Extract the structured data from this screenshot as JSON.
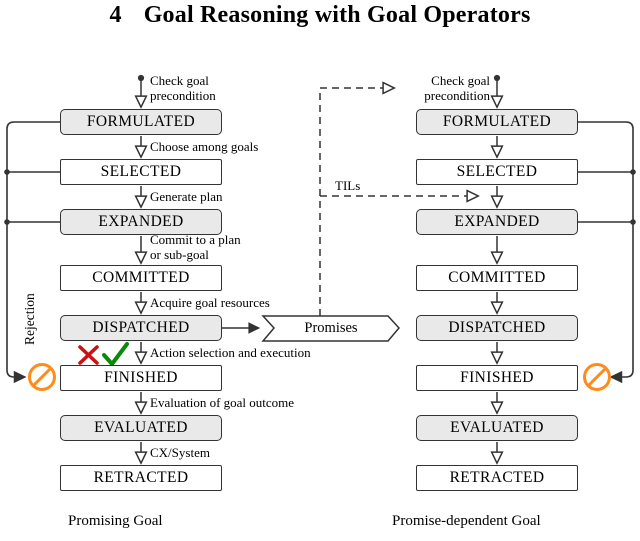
{
  "heading": {
    "number": "4",
    "text": "Goal Reasoning with Goal Operators"
  },
  "colors": {
    "state_gray_fill": "#e9e9e9",
    "state_white_fill": "#ffffff",
    "state_border": "#333333",
    "edge": "#333333",
    "reject_icon": "#ff8c1a",
    "cross_icon": "#cc1111",
    "check_icon": "#0a8a0a"
  },
  "left_column": {
    "caption": "Promising Goal",
    "states": [
      {
        "label": "FORMULATED",
        "style": "gray"
      },
      {
        "label": "SELECTED",
        "style": "plain"
      },
      {
        "label": "EXPANDED",
        "style": "gray"
      },
      {
        "label": "COMMITTED",
        "style": "plain"
      },
      {
        "label": "DISPATCHED",
        "style": "gray"
      },
      {
        "label": "FINISHED",
        "style": "plain"
      },
      {
        "label": "EVALUATED",
        "style": "gray"
      },
      {
        "label": "RETRACTED",
        "style": "plain"
      }
    ],
    "edge_labels": [
      "Check goal\nprecondition",
      "Choose among goals",
      "Generate plan",
      "Commit to a plan\nor sub-goal",
      "Acquire goal resources",
      "Action selection and execution",
      "Evaluation of goal outcome",
      "CX/System"
    ],
    "loop_label": "Rejection",
    "icons": {
      "reject": "no-entry-icon",
      "failure": "cross-icon",
      "success": "check-icon"
    }
  },
  "right_column": {
    "caption": "Promise-dependent Goal",
    "states": [
      {
        "label": "FORMULATED",
        "style": "gray"
      },
      {
        "label": "SELECTED",
        "style": "plain"
      },
      {
        "label": "EXPANDED",
        "style": "gray"
      },
      {
        "label": "COMMITTED",
        "style": "plain"
      },
      {
        "label": "DISPATCHED",
        "style": "gray"
      },
      {
        "label": "FINISHED",
        "style": "plain"
      },
      {
        "label": "EVALUATED",
        "style": "gray"
      },
      {
        "label": "RETRACTED",
        "style": "plain"
      }
    ],
    "entry_label": "Check goal\nprecondition",
    "icons": {
      "reject": "no-entry-icon"
    }
  },
  "middle": {
    "promises_label": "Promises",
    "tils_label": "TILs"
  }
}
